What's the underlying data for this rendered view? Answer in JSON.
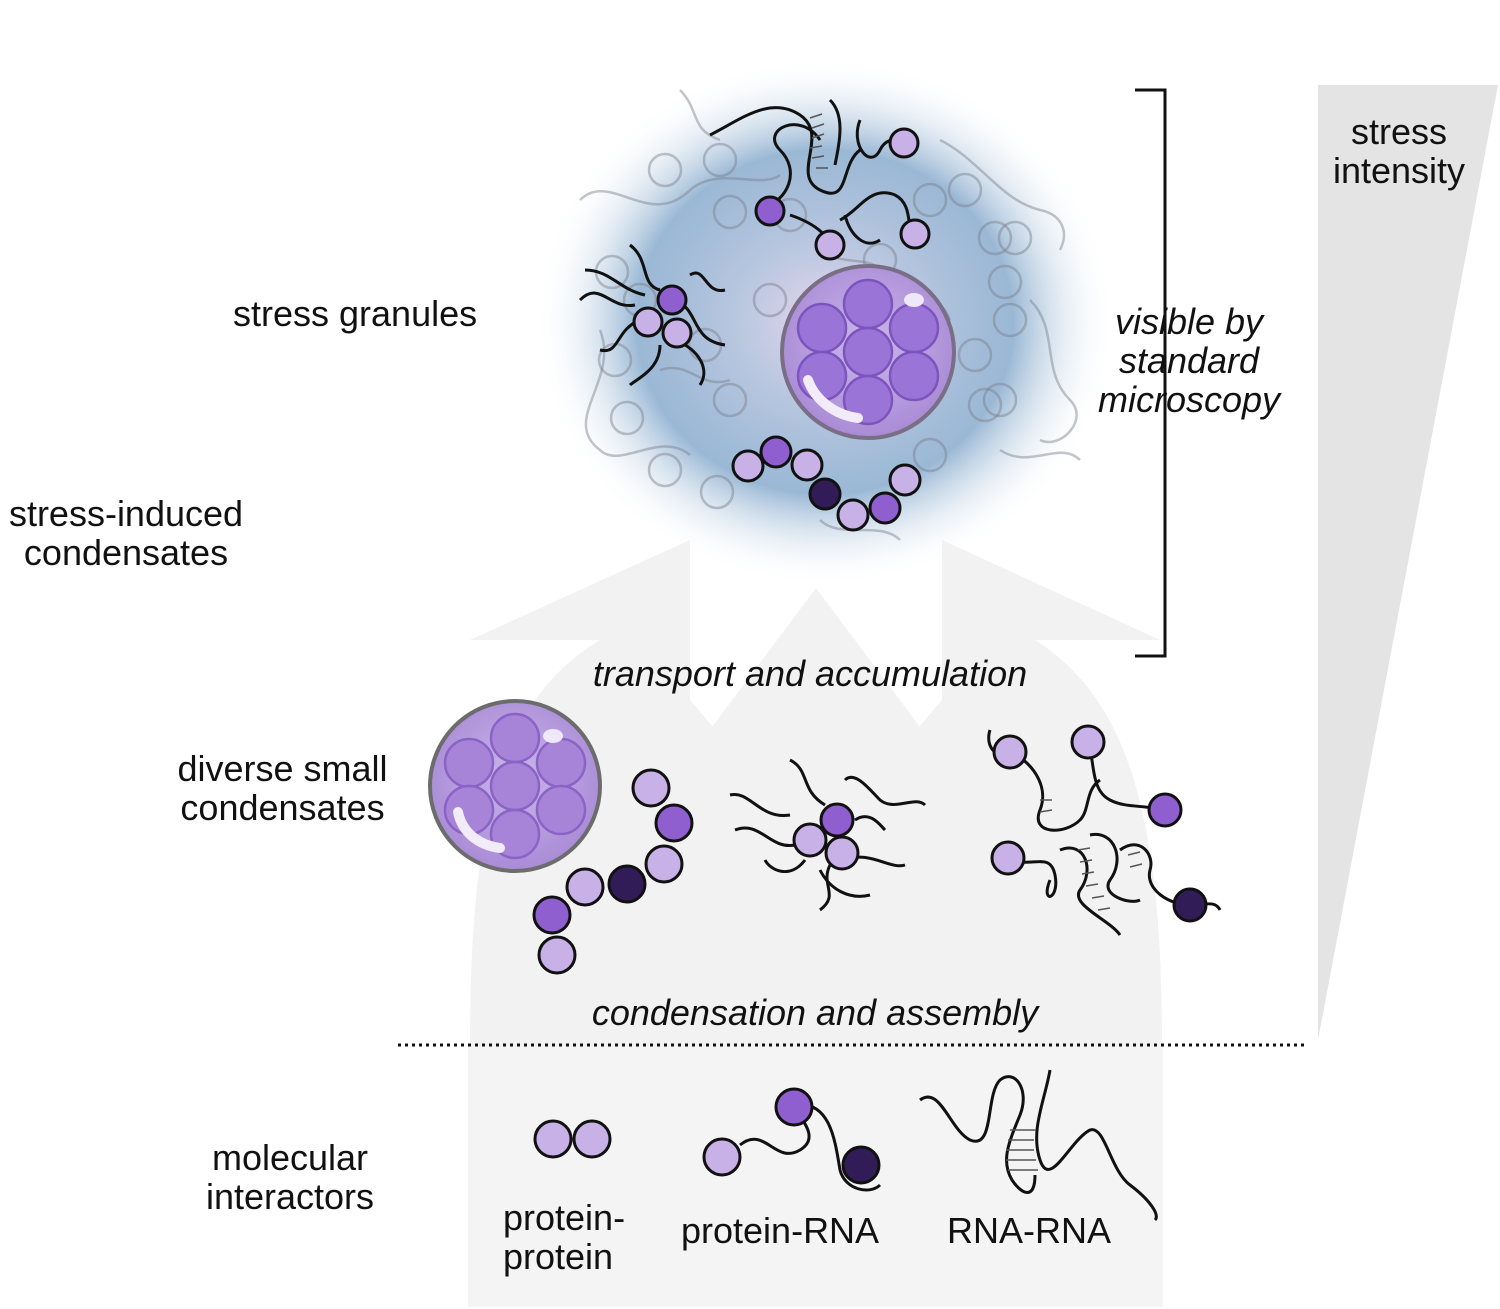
{
  "labels": {
    "stress_granules": "stress granules",
    "stress_induced_1": "stress-induced",
    "stress_induced_2": "condensates",
    "diverse_small_1": "diverse small",
    "diverse_small_2": "condensates",
    "molecular_1": "molecular",
    "molecular_2": "interactors",
    "stress_intensity_1": "stress",
    "stress_intensity_2": "intensity",
    "visible_1": "visible by",
    "visible_2": "standard",
    "visible_3": "microscopy",
    "transport": "transport and accumulation",
    "condensation": "condensation and assembly",
    "protein_protein_1": "protein-",
    "protein_protein_2": "protein",
    "protein_rna": "protein-RNA",
    "rna_rna": "RNA-RNA"
  },
  "colors": {
    "protein_light": "#c7b1e6",
    "protein_mid": "#8f5fd0",
    "protein_dark": "#321c57",
    "condensate_fill": "#b596dc",
    "granule_glow": "#8fb0d0",
    "arrow_fill": "#f2f2f2",
    "wedge_fill": "#e4e4e4"
  }
}
